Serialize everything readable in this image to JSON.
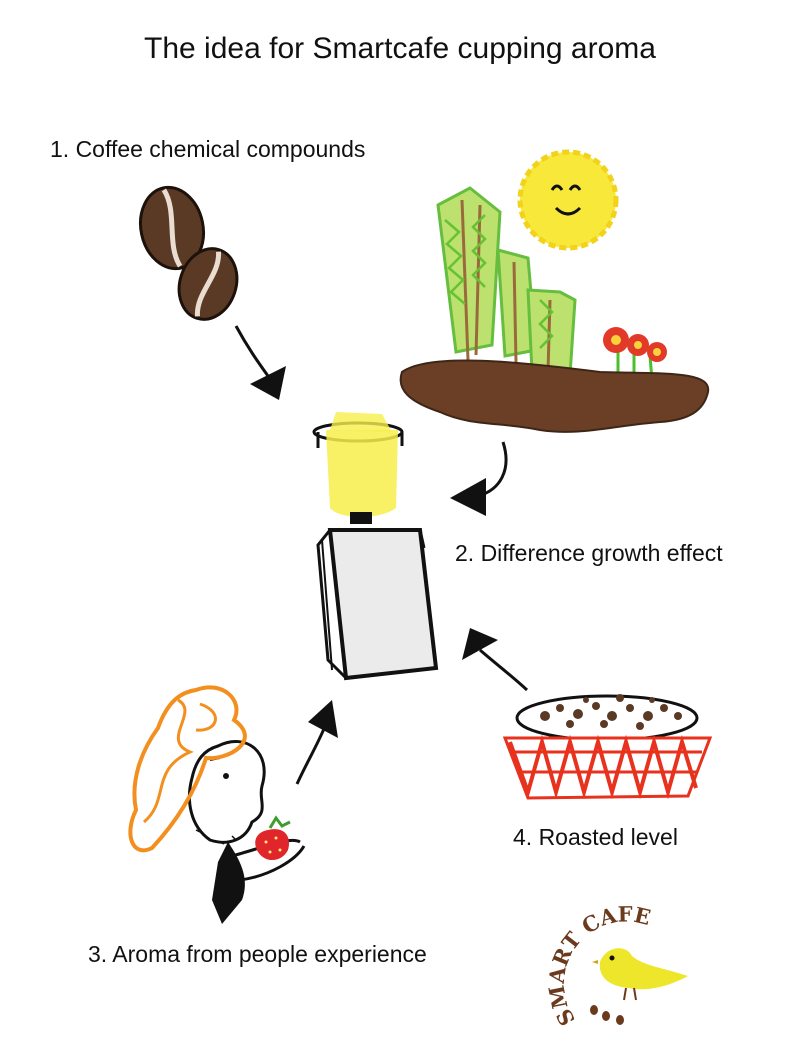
{
  "title": "The idea for Smartcafe cupping aroma",
  "labels": {
    "coffee_compounds": "1. Coffee chemical compounds",
    "growth_effect": "2. Difference growth effect",
    "people_experience": "3. Aroma from people experience",
    "roasted_level": "4. Roasted level"
  },
  "logo": {
    "text": "SMART CAFE"
  },
  "colors": {
    "coffee_brown": "#5a3a24",
    "soil_brown": "#6b3f26",
    "plant_green": "#8fd04a",
    "sun_yellow": "#f7e83a",
    "cup_yellow": "#f7ef4a",
    "hair_orange": "#f28f1e",
    "basket_red": "#e8321e",
    "bird_yellow": "#ede62a",
    "logo_brown": "#6b3a1c"
  }
}
